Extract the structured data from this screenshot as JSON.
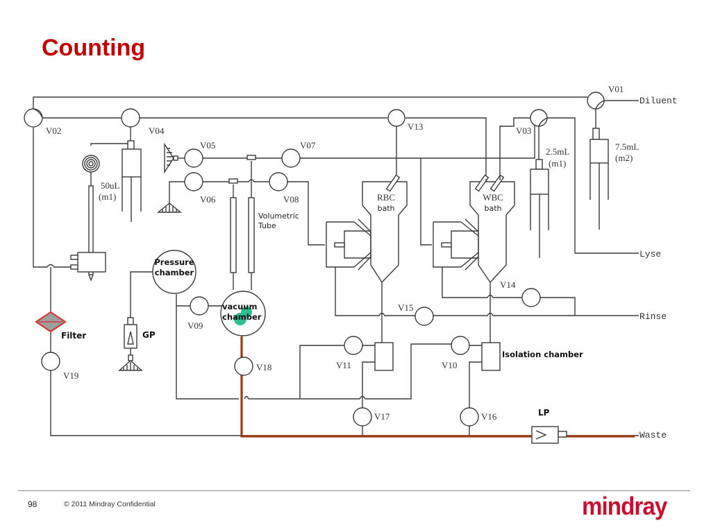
{
  "slide": {
    "title": "Counting",
    "page_number": "98",
    "copyright": "© 2011 Mindray Confidential",
    "logo_text": "mindray",
    "colors": {
      "title": "#c00000",
      "logo": "#c8102e",
      "waste_path": "#9a3c12",
      "marker": "#2bbf8f",
      "filter": "#d23a3a"
    }
  },
  "diagram": {
    "valves": [
      "V01",
      "V02",
      "V03",
      "V04",
      "V05",
      "V06",
      "V07",
      "V08",
      "V09",
      "V10",
      "V11",
      "V13",
      "V14",
      "V15",
      "V16",
      "V17",
      "V18",
      "V19"
    ],
    "reagents": {
      "diluent": "Diluent",
      "lyse": "Lyse",
      "rinse": "Rinse",
      "waste": "Waste"
    },
    "syringes": {
      "sample": {
        "volume": "50uL",
        "motor": "(m1)"
      },
      "lyse": {
        "volume": "2.5mL",
        "motor": "(m1)"
      },
      "diluent": {
        "volume": "7.5mL",
        "motor": "(m2)"
      }
    },
    "components": {
      "volumetric_tube": [
        "Volumetric",
        "Tube"
      ],
      "pressure_chamber": [
        "Pressure",
        "chamber"
      ],
      "vacuum_chamber": [
        "vacuum",
        "chamber"
      ],
      "rbc_bath": [
        "RBC",
        "bath"
      ],
      "wbc_bath": [
        "WBC",
        "bath"
      ],
      "isolation_chamber": "Isolation chamber",
      "filter": "Filter",
      "gp": "GP",
      "lp": "LP"
    }
  }
}
